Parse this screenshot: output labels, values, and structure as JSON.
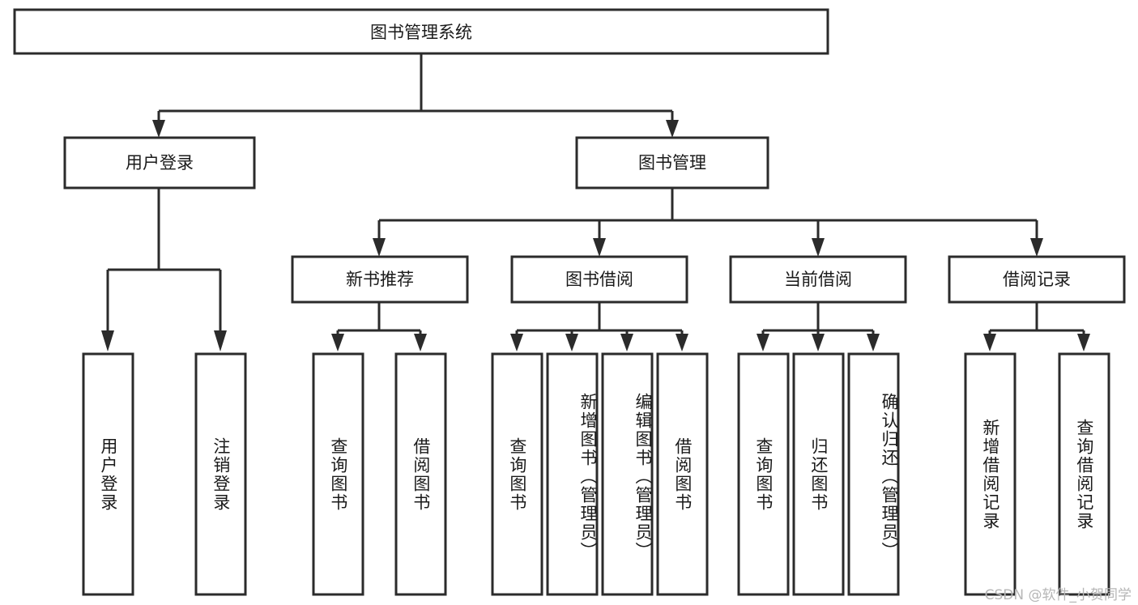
{
  "diagram": {
    "type": "tree",
    "title": "图书管理系统",
    "watermark": "CSDN @软件_小贺同学",
    "root": {
      "id": "root",
      "label": "图书管理系统",
      "orientation": "horizontal"
    },
    "level1": [
      {
        "id": "user-login",
        "label": "用户登录",
        "orientation": "horizontal"
      },
      {
        "id": "book-manage",
        "label": "图书管理",
        "orientation": "horizontal"
      }
    ],
    "level2": [
      {
        "id": "new-book-recommend",
        "label": "新书推荐",
        "parent": "book-manage",
        "orientation": "horizontal"
      },
      {
        "id": "book-borrow",
        "label": "图书借阅",
        "parent": "book-manage",
        "orientation": "horizontal"
      },
      {
        "id": "current-borrow",
        "label": "当前借阅",
        "parent": "book-manage",
        "orientation": "horizontal"
      },
      {
        "id": "borrow-record",
        "label": "借阅记录",
        "parent": "book-manage",
        "orientation": "horizontal"
      }
    ],
    "leaves": [
      {
        "id": "leaf-user-login",
        "label": "用户登录",
        "parent": "user-login",
        "orientation": "vertical"
      },
      {
        "id": "leaf-logout-login",
        "label": "注销登录",
        "parent": "user-login",
        "orientation": "vertical"
      },
      {
        "id": "leaf-query-book-1",
        "label": "查询图书",
        "parent": "new-book-recommend",
        "orientation": "vertical"
      },
      {
        "id": "leaf-borrow-book-1",
        "label": "借阅图书",
        "parent": "new-book-recommend",
        "orientation": "vertical"
      },
      {
        "id": "leaf-query-book-2",
        "label": "查询图书",
        "parent": "book-borrow",
        "orientation": "vertical"
      },
      {
        "id": "leaf-add-book",
        "label": "新增图书（管理员）",
        "parent": "book-borrow",
        "orientation": "vertical"
      },
      {
        "id": "leaf-edit-book",
        "label": "编辑图书（管理员）",
        "parent": "book-borrow",
        "orientation": "vertical"
      },
      {
        "id": "leaf-borrow-book-2",
        "label": "借阅图书",
        "parent": "book-borrow",
        "orientation": "vertical"
      },
      {
        "id": "leaf-query-book-3",
        "label": "查询图书",
        "parent": "current-borrow",
        "orientation": "vertical"
      },
      {
        "id": "leaf-return-book",
        "label": "归还图书",
        "parent": "current-borrow",
        "orientation": "vertical"
      },
      {
        "id": "leaf-confirm-return",
        "label": "确认归还（管理员）",
        "parent": "current-borrow",
        "orientation": "vertical"
      },
      {
        "id": "leaf-add-record",
        "label": "新增借阅记录",
        "parent": "borrow-record",
        "orientation": "vertical"
      },
      {
        "id": "leaf-query-record",
        "label": "查询借阅记录",
        "parent": "borrow-record",
        "orientation": "vertical"
      }
    ],
    "colors": {
      "stroke": "#2b2b2b",
      "fill": "#ffffff",
      "text": "#1a1a1a",
      "watermark": "#b6b6b6",
      "background": "#ffffff"
    }
  }
}
